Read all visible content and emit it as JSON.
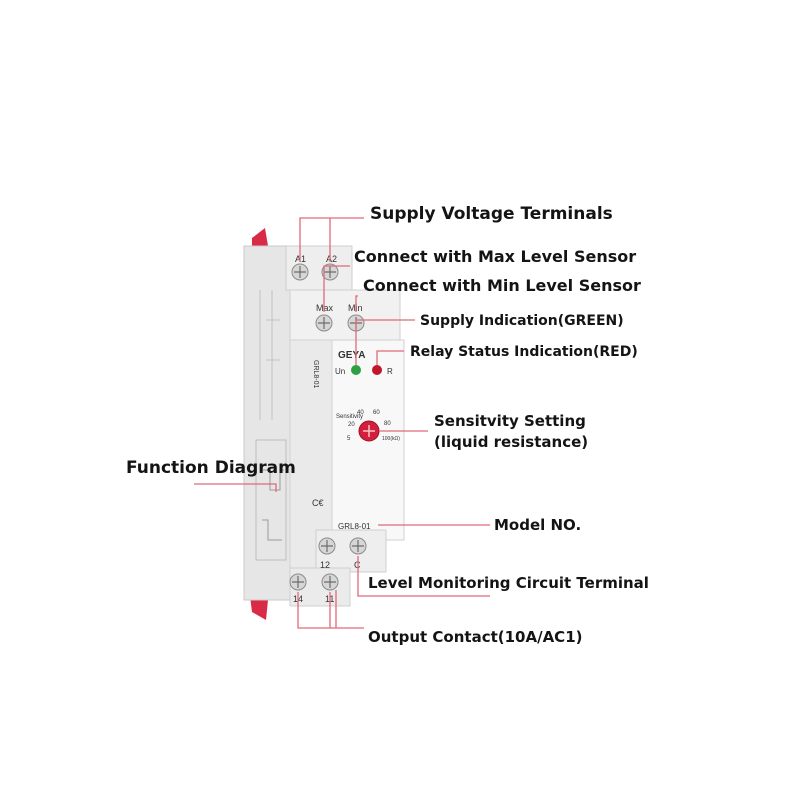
{
  "device": {
    "brand": "GEYA",
    "model": "GRL8-01",
    "top_terminals": [
      "A1",
      "A2"
    ],
    "sensor_terminals": [
      "Max",
      "Min"
    ],
    "leds": [
      {
        "label": "Un",
        "color": "#2ea043"
      },
      {
        "label": "R",
        "color": "#c0182a"
      }
    ],
    "dial": {
      "label": "Sensitivity",
      "scale": [
        "5",
        "20",
        "40",
        "60",
        "80",
        "100(kΩ)"
      ],
      "color": "#d21f3c"
    },
    "bottom_terminals_upper": [
      "12",
      "C"
    ],
    "bottom_terminals_lower": [
      "14",
      "11"
    ],
    "side_marking": "GRL8-01"
  },
  "callouts": {
    "supply_voltage": "Supply Voltage Terminals",
    "max_sensor": "Connect with Max Level Sensor",
    "min_sensor": "Connect with Min Level Sensor",
    "supply_indication": "Supply Indication(GREEN)",
    "relay_status": "Relay Status Indication(RED)",
    "sensitivity_1": "Sensitvity Setting",
    "sensitivity_2": "(liquid resistance)",
    "function_diagram": "Function Diagram",
    "model_no": "Model NO.",
    "level_circuit": "Level Monitoring Circuit Terminal",
    "output_contact": "Output Contact(10A/AC1)"
  },
  "colors": {
    "leader": "#e06a78",
    "housing": "#ececec",
    "front": "#f7f7f7",
    "clip": "#d92b45"
  }
}
